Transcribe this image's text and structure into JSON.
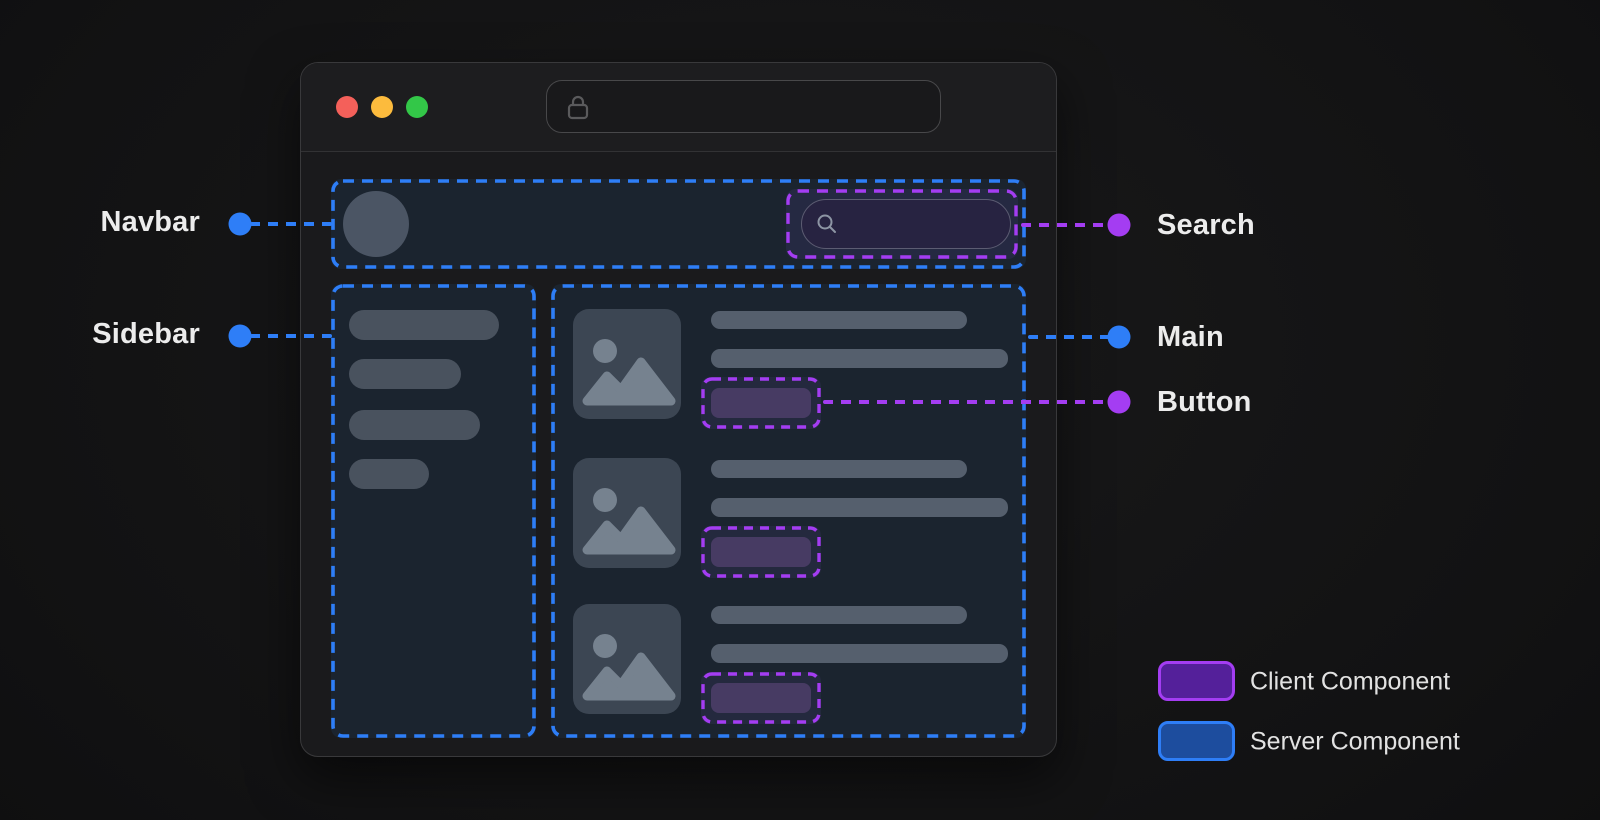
{
  "colors": {
    "server_component": "#2E7EF7",
    "client_component": "#A43DF2",
    "window_background": "#1A1A1C",
    "region_fill": "#1B242F"
  },
  "annotations": {
    "navbar": "Navbar",
    "sidebar": "Sidebar",
    "search": "Search",
    "main": "Main",
    "button": "Button"
  },
  "legend": {
    "items": [
      {
        "label": "Client Component",
        "color": "#A43DF2"
      },
      {
        "label": "Server Component",
        "color": "#2E7EF7"
      }
    ]
  },
  "window": {
    "controls": [
      "close",
      "minimize",
      "zoom"
    ],
    "address_bar": {
      "value": "",
      "icon": "lock-icon"
    },
    "search": {
      "value": "",
      "icon": "search-icon"
    }
  }
}
